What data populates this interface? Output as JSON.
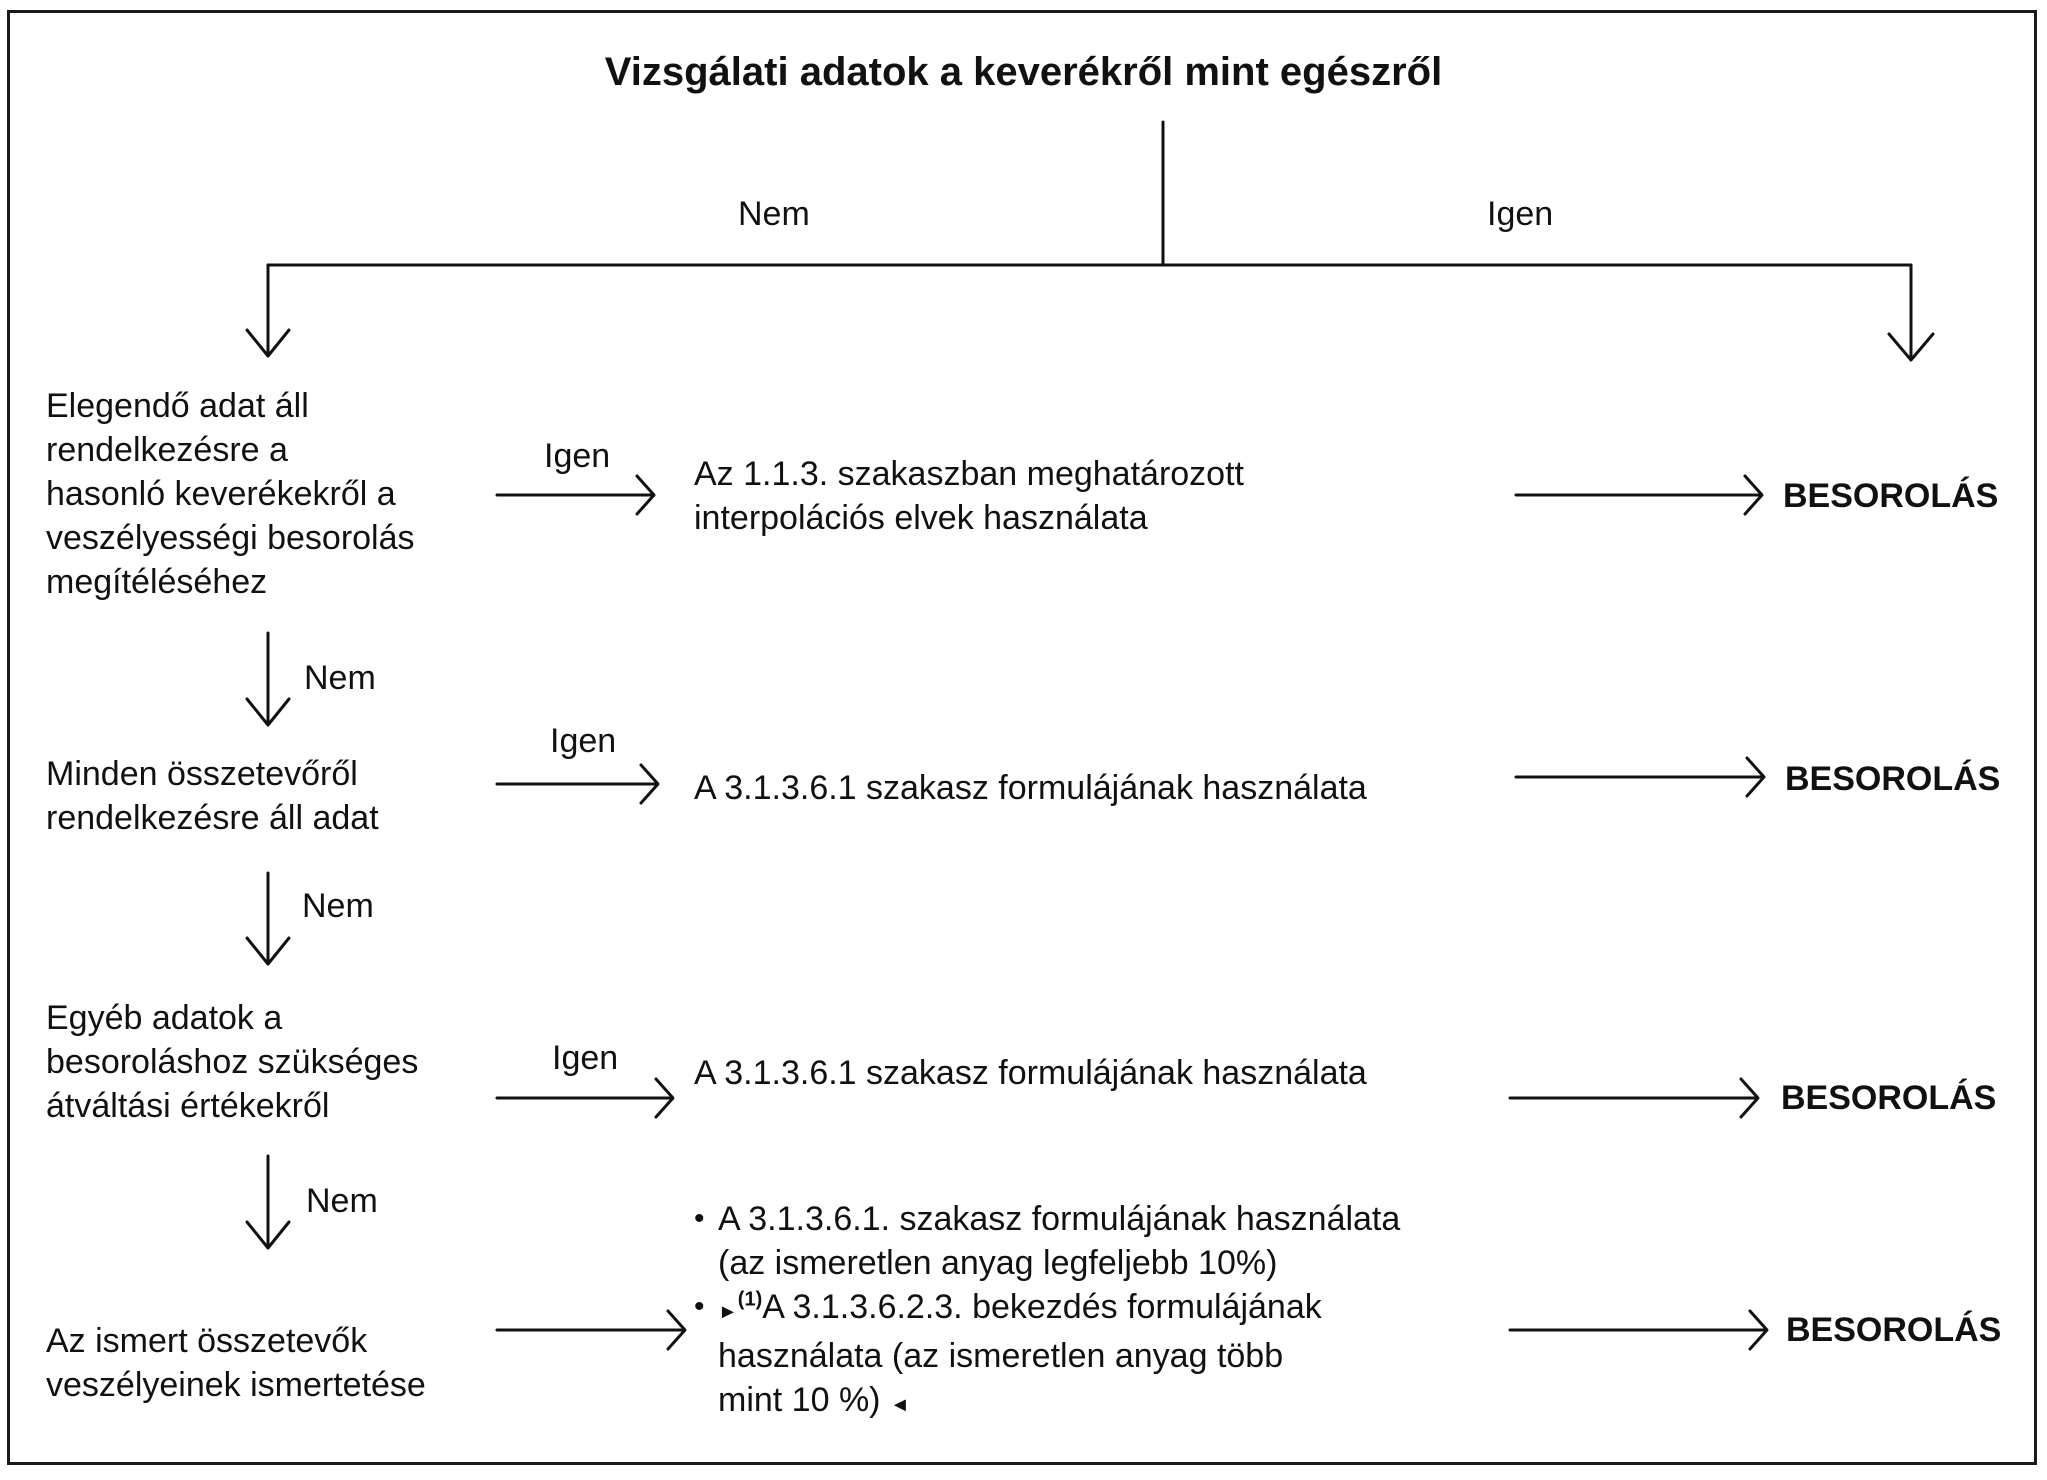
{
  "title": "Vizsgálati adatok a keverékről mint egészről",
  "top_branch": {
    "no_label": "Nem",
    "yes_label": "Igen"
  },
  "rows": [
    {
      "question_lines": [
        "Elegendő adat áll",
        "rendelkezésre a",
        "hasonló keverékekről a",
        "veszélyességi besorolás",
        "megítéléséhez"
      ],
      "yes_label": "Igen",
      "action_lines": [
        "Az 1.1.3. szakaszban meghatározott",
        "interpolációs elvek használata"
      ],
      "result": "BESOROLÁS"
    },
    {
      "question_lines": [
        "Minden összetevőről",
        "rendelkezésre áll adat"
      ],
      "yes_label": "Igen",
      "action_lines": [
        "A 3.1.3.6.1 szakasz formulájának használata"
      ],
      "result": "BESOROLÁS"
    },
    {
      "question_lines": [
        "Egyéb adatok a",
        "besoroláshoz szükséges",
        "átváltási értékekről"
      ],
      "yes_label": "Igen",
      "action_lines": [
        "A 3.1.3.6.1 szakasz formulájának használata"
      ],
      "result": "BESOROLÁS"
    },
    {
      "question_lines": [
        "Az ismert összetevők",
        "veszélyeinek ismertetése"
      ],
      "bullets": [
        {
          "lines": [
            "A 3.1.3.6.1. szakasz formulájának használata",
            "(az ismeretlen anyag legfeljebb 10%)"
          ]
        },
        {
          "marker": "(1)",
          "lines": [
            "A 3.1.3.6.2.3. bekezdés formulájának",
            "használata (az ismeretlen anyag több",
            "mint 10 %)"
          ]
        }
      ],
      "result": "BESOROLÁS"
    }
  ],
  "down_labels": [
    "Nem",
    "Nem",
    "Nem"
  ]
}
